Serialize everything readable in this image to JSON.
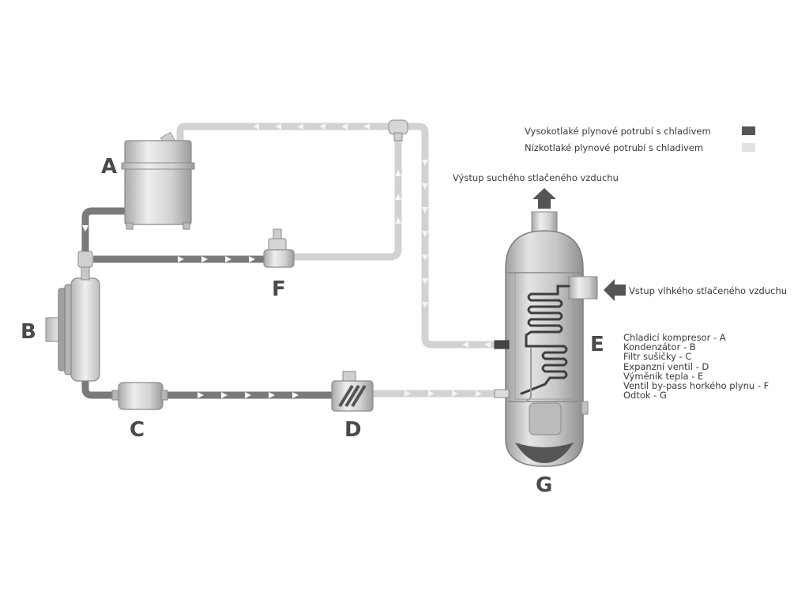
{
  "labels": {
    "A": "A",
    "B": "B",
    "C": "C",
    "D": "D",
    "E": "E",
    "F": "F",
    "G": "G"
  },
  "legend": [
    {
      "text": "Vysokotlaké plynové potrubí s chladivem",
      "color": "#555555"
    },
    {
      "text": "Nízkotlaké plynové potrubí s chladivem",
      "color": "#e2e2e2"
    }
  ],
  "ports": {
    "outlet": "Výstup suchého stlačeného vzduchu",
    "inlet": "Vstup vlhkého stlačeného vzduchu"
  },
  "components": [
    "Chladicí kompresor - A",
    "Kondenzátor - B",
    "Filtr sušičky - C",
    "Expanzní ventil - D",
    "Výměník tepla - E",
    "Ventil by-pass horkého plynu - F",
    "Odtok - G"
  ],
  "colors": {
    "high_pressure_pipe": "#6b6b6b",
    "low_pressure_pipe": "#d6d6d6",
    "equipment_body": "#c8c8c8",
    "arrow": "#555555"
  }
}
